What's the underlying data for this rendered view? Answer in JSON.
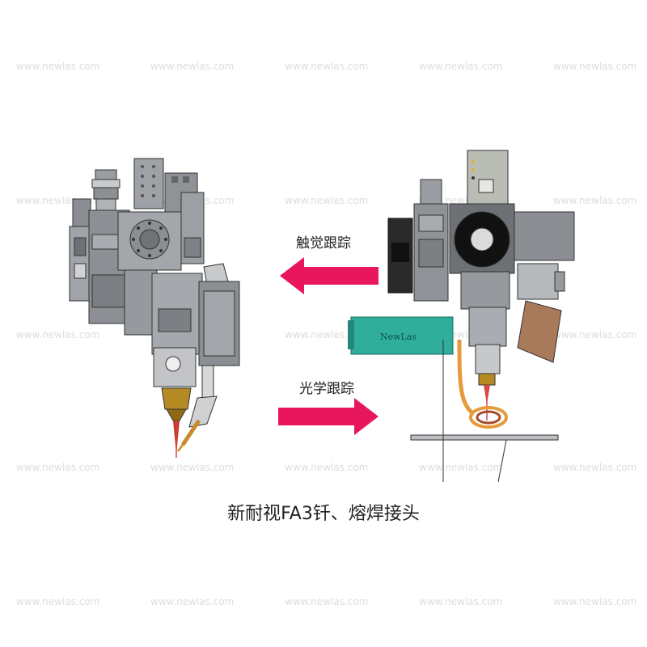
{
  "watermark": {
    "text": "www.newlas.com"
  },
  "labels": {
    "touch_tracking": "触觉跟踪",
    "optical_tracking": "光学跟踪",
    "caption": "新耐视FA3钎、熔焊接头"
  },
  "devices": {
    "right_head_logo": "NewLas"
  },
  "colors": {
    "arrow": "#e8175d",
    "teal_housing": "#2fae9c",
    "copper_plate": "#a97a5a",
    "gray_metal": "#8c8f93",
    "brass_nozzle": "#b58a22",
    "wire_orange": "#e59a3b"
  },
  "icons": [
    "arrow-left-icon",
    "arrow-right-icon"
  ]
}
